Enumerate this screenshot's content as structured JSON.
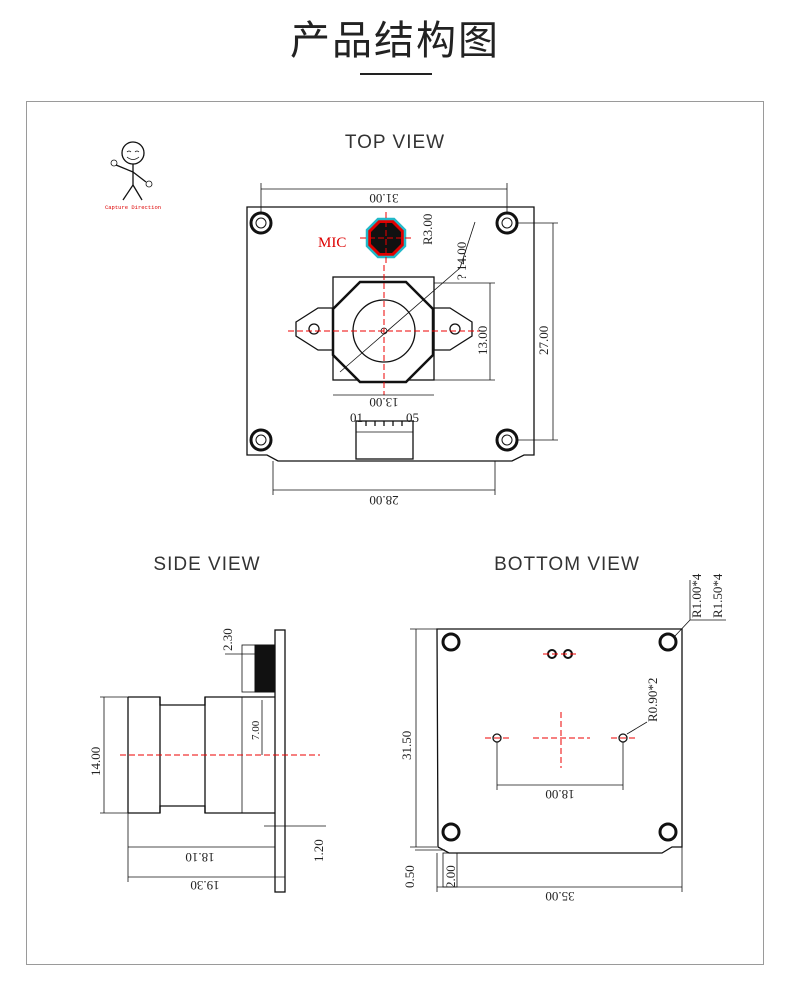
{
  "page": {
    "title": "产品结构图"
  },
  "views": {
    "top": "TOP VIEW",
    "side": "SIDE VIEW",
    "bottom": "BOTTOM  VIEW"
  },
  "capture_direction": "Capture Direction",
  "top_view": {
    "mic": "MIC",
    "width_top": "31.00",
    "width_bottom": "28.00",
    "height_right": "27.00",
    "lens_height": "13.00",
    "lens_width": "13.00",
    "mic_radius": "R3.00",
    "diameter": "? 14.00",
    "pin_first": "01",
    "pin_last": "05"
  },
  "side_view": {
    "board_thickness": "2.30",
    "lens_diameter": "14.00",
    "half_height": "7.00",
    "depth_18": "18.10",
    "depth_19": "19.30",
    "pcb": "1.20"
  },
  "bottom_view": {
    "hole_r1": "R1.00*4",
    "hole_r2": "R1.50*4",
    "pin_r": "R0.90*2",
    "height": "31.50",
    "pin_spacing": "18.00",
    "width": "35.00",
    "offset1": "0.50",
    "offset2": "2.00"
  },
  "colors": {
    "accent_red": "#e00000",
    "mic_fill": "#e00000",
    "mic_ring": "#22b8c8"
  }
}
